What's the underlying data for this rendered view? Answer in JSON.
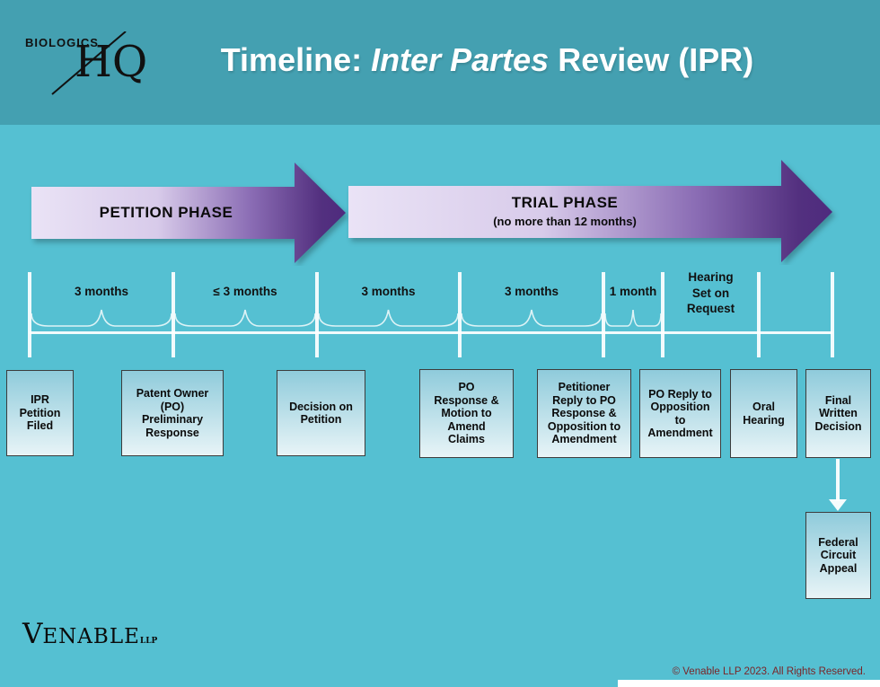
{
  "header": {
    "logo_top": "BIOLOGICS",
    "logo_main": "HQ",
    "title_prefix": "Timeline: ",
    "title_italic": "Inter Partes",
    "title_suffix": " Review (IPR)"
  },
  "phases": {
    "petition": {
      "label": "PETITION PHASE"
    },
    "trial": {
      "label": "TRIAL PHASE",
      "sublabel": "(no more than 12 months)"
    }
  },
  "intervals": [
    "3 months",
    "≤ 3 months",
    "3 months",
    "3 months",
    "1 month",
    "Hearing\nSet on\nRequest"
  ],
  "milestones": [
    "IPR\nPetition\nFiled",
    "Patent Owner\n(PO)\nPreliminary\nResponse",
    "Decision on\nPetition",
    "PO\nResponse &\nMotion to\nAmend\nClaims",
    "Petitioner\nReply to PO\nResponse &\nOpposition to\nAmendment",
    "PO Reply to\nOpposition\nto\nAmendment",
    "Oral\nHearing",
    "Final\nWritten\nDecision"
  ],
  "appeal": "Federal\nCircuit\nAppeal",
  "footer": {
    "firm_initial": "V",
    "firm_rest": "ENABLE",
    "firm_suffix": "LLP",
    "copyright": "© Venable LLP 2023. All Rights Reserved."
  },
  "colors": {
    "header_bg": "#44a0b1",
    "body_bg": "#55c0d2",
    "arrow_light": "#eae3f6",
    "arrow_dark": "#4e2b7e",
    "box_top": "#8fcbdb",
    "box_bottom": "#e8f4f7",
    "box_border": "#3c3c3c",
    "copyright_text": "#7a2528"
  }
}
